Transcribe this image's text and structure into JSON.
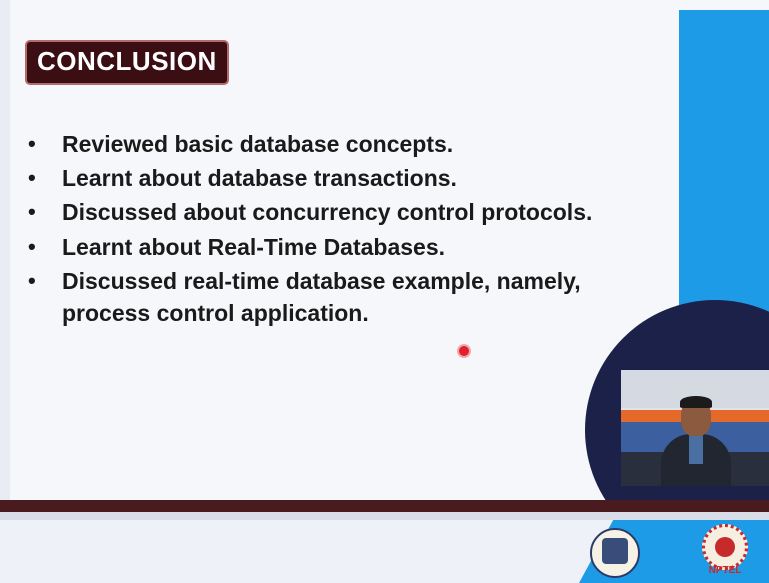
{
  "slide": {
    "title": "CONCLUSION",
    "bullets": [
      "Reviewed basic database concepts.",
      "Learnt about database transactions.",
      "Discussed about concurrency control protocols.",
      "Learnt about Real-Time Databases.",
      "Discussed real-time database example, namely, process control application."
    ],
    "bullet_glyph": "•"
  },
  "footer": {
    "logo_right_text": "NPTEL"
  },
  "colors": {
    "title_bg": "#3b0e14",
    "accent_blue": "#1e9be6",
    "circle_navy": "#1c214a",
    "band_maroon": "#4a1b1e",
    "pointer_red": "#e0202a"
  }
}
